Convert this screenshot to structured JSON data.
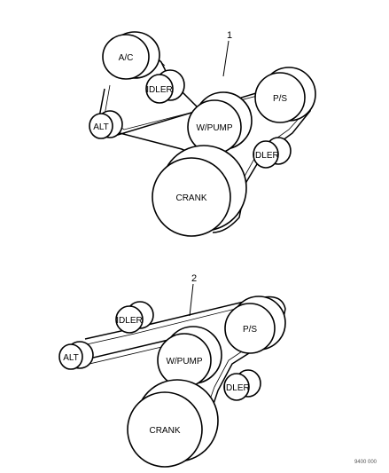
{
  "diagram_1": {
    "callout": "1",
    "labels": {
      "ac": "A/C",
      "idler_top": "IDLER",
      "alt": "ALT",
      "ps": "P/S",
      "wpump": "W/PUMP",
      "idler_right": "IDLER",
      "crank": "CRANK"
    }
  },
  "diagram_2": {
    "callout": "2",
    "labels": {
      "idler_top": "IDLER",
      "alt": "ALT",
      "ps": "P/S",
      "wpump": "W/PUMP",
      "idler_right": "IDLER",
      "crank": "CRANK"
    }
  },
  "reference_code": "9400 000"
}
